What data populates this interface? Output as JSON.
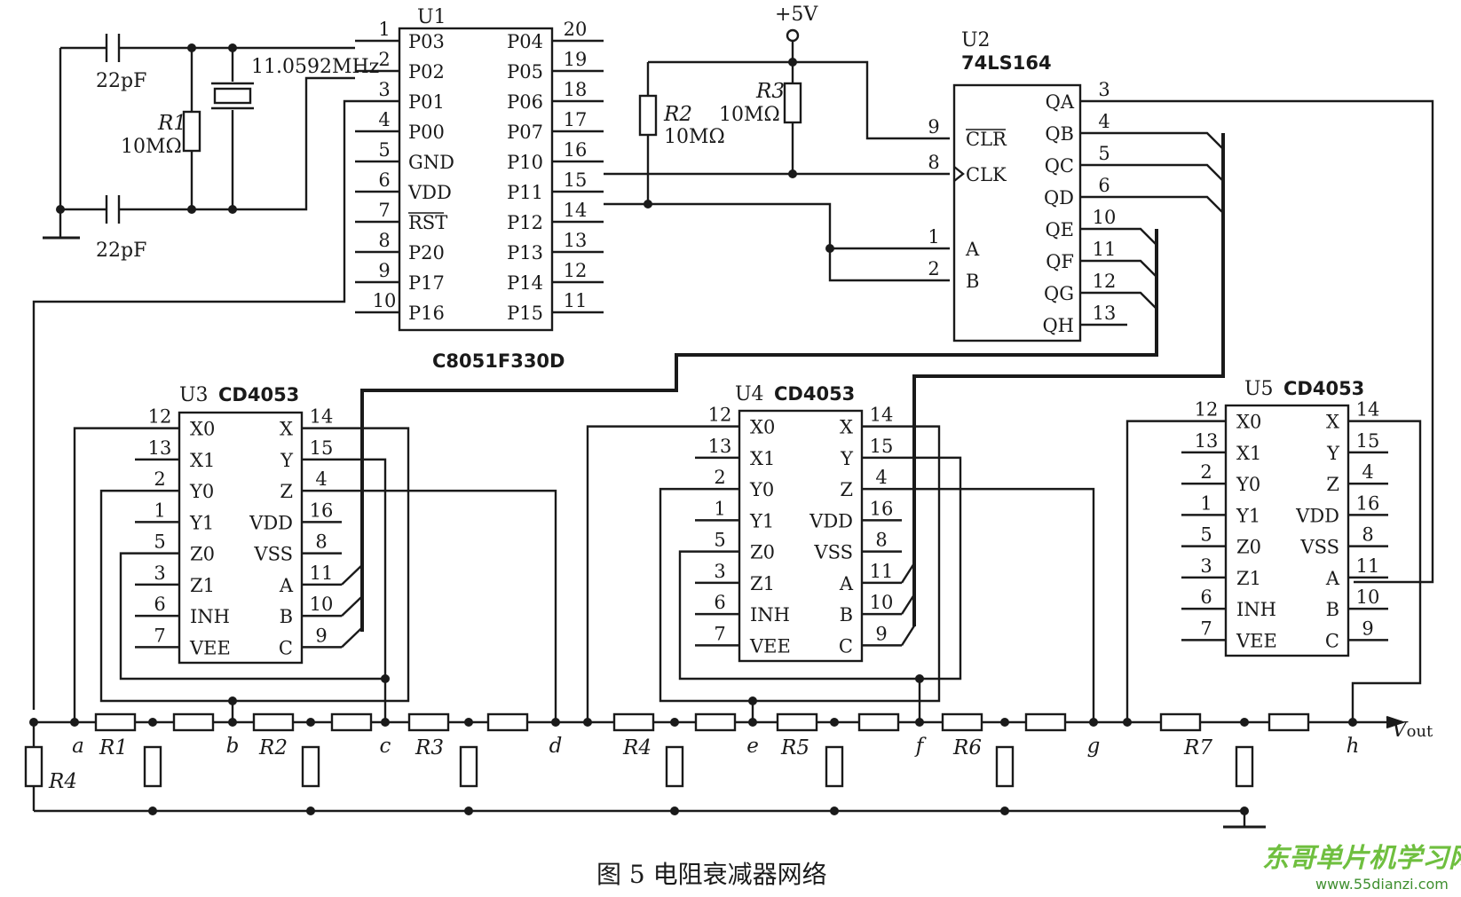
{
  "chips": {
    "u1": {
      "ref": "U1",
      "part": "C8051F330D",
      "left_pins": [
        [
          "1",
          "P03"
        ],
        [
          "2",
          "P02"
        ],
        [
          "3",
          "P01"
        ],
        [
          "4",
          "P00"
        ],
        [
          "5",
          "GND"
        ],
        [
          "6",
          "VDD"
        ],
        [
          "7",
          "RST"
        ],
        [
          "8",
          "P20"
        ],
        [
          "9",
          "P17"
        ],
        [
          "10",
          "P16"
        ]
      ],
      "right_pins": [
        [
          "20",
          "P04"
        ],
        [
          "19",
          "P05"
        ],
        [
          "18",
          "P06"
        ],
        [
          "17",
          "P07"
        ],
        [
          "16",
          "P10"
        ],
        [
          "15",
          "P11"
        ],
        [
          "14",
          "P12"
        ],
        [
          "13",
          "P13"
        ],
        [
          "12",
          "P14"
        ],
        [
          "11",
          "P15"
        ]
      ]
    },
    "u2": {
      "ref": "U2",
      "part": "74LS164",
      "left_pins": [
        [
          "9",
          "CLR"
        ],
        [
          "8",
          "CLK"
        ],
        [
          "1",
          "A"
        ],
        [
          "2",
          "B"
        ]
      ],
      "right_pins": [
        [
          "3",
          "QA"
        ],
        [
          "4",
          "QB"
        ],
        [
          "5",
          "QC"
        ],
        [
          "6",
          "QD"
        ],
        [
          "10",
          "QE"
        ],
        [
          "11",
          "QF"
        ],
        [
          "12",
          "QG"
        ],
        [
          "13",
          "QH"
        ]
      ]
    },
    "u3": {
      "ref": "U3",
      "part": "CD4053"
    },
    "u4": {
      "ref": "U4",
      "part": "CD4053"
    },
    "u5": {
      "ref": "U5",
      "part": "CD4053"
    },
    "cd4053_left_pins": [
      [
        "12",
        "X0"
      ],
      [
        "13",
        "X1"
      ],
      [
        "2",
        "Y0"
      ],
      [
        "1",
        "Y1"
      ],
      [
        "5",
        "Z0"
      ],
      [
        "3",
        "Z1"
      ],
      [
        "6",
        "INH"
      ],
      [
        "7",
        "VEE"
      ]
    ],
    "cd4053_right_pins": [
      [
        "14",
        "X"
      ],
      [
        "15",
        "Y"
      ],
      [
        "4",
        "Z"
      ],
      [
        "16",
        "VDD"
      ],
      [
        "8",
        "VSS"
      ],
      [
        "11",
        "A"
      ],
      [
        "10",
        "B"
      ],
      [
        "9",
        "C"
      ]
    ]
  },
  "components": {
    "cap_top": "22pF",
    "cap_bottom": "22pF",
    "crystal": "11.0592MHz",
    "r1_osc_name": "R1",
    "r1_osc_value": "10MΩ",
    "r2_name": "R2",
    "r2_value": "10MΩ",
    "r3_name": "R3",
    "r3_value": "10MΩ",
    "supply": "+5V"
  },
  "ladder": {
    "nodes": [
      "a",
      "b",
      "c",
      "d",
      "e",
      "f",
      "g",
      "h"
    ],
    "resistors": [
      "R1",
      "R2",
      "R3",
      "R4",
      "R5",
      "R6",
      "R7"
    ],
    "shunt": "R4",
    "output": "V",
    "output_sub": "out"
  },
  "caption": "图 5   电阻衰减器网络",
  "watermark": {
    "title": "东哥单片机学习网",
    "url": "www.55dianzi.com"
  }
}
